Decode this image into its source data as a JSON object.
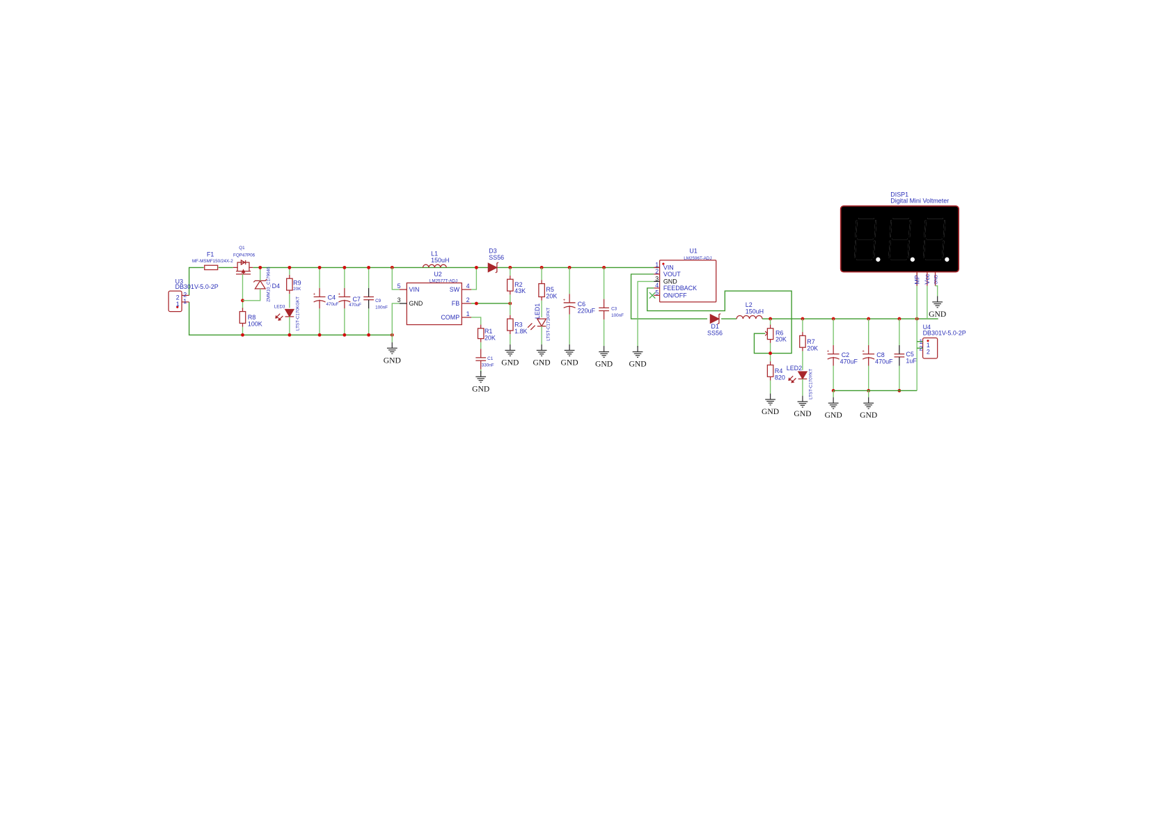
{
  "net_labels": {
    "gnd": "GND"
  },
  "parts": {
    "U3": {
      "ref": "U3",
      "value": "DB301V-5.0-2P",
      "pins": [
        "2",
        "1"
      ]
    },
    "F1": {
      "ref": "F1",
      "value": "MF-MSMF150/24X-2"
    },
    "Q1": {
      "ref": "Q1",
      "value": "FQP47P06"
    },
    "D4": {
      "ref": "D4",
      "value": "ZMM10_C179646"
    },
    "R8": {
      "ref": "R8",
      "value": "100K"
    },
    "R9": {
      "ref": "R9",
      "value": "20K"
    },
    "LED3": {
      "ref": "LED3",
      "value": "LTST-C170KGKT"
    },
    "C4": {
      "ref": "C4",
      "value": "470uF"
    },
    "C7": {
      "ref": "C7",
      "value": "470uF"
    },
    "C9": {
      "ref": "C9",
      "value": "100nF"
    },
    "U2": {
      "ref": "U2",
      "value": "LM2577T-ADJ",
      "pins": [
        {
          "name": "VIN",
          "num": "5"
        },
        {
          "name": "GND",
          "num": "3"
        },
        {
          "name": "SW",
          "num": "4"
        },
        {
          "name": "FB",
          "num": "2"
        },
        {
          "name": "COMP",
          "num": "1"
        }
      ]
    },
    "L1": {
      "ref": "L1",
      "value": "150uH"
    },
    "D3": {
      "ref": "D3",
      "value": "SS56"
    },
    "R2": {
      "ref": "R2",
      "value": "43K"
    },
    "R3": {
      "ref": "R3",
      "value": "1.8K"
    },
    "R1": {
      "ref": "R1",
      "value": "20K"
    },
    "C1": {
      "ref": "C1",
      "value": "330nF"
    },
    "R5": {
      "ref": "R5",
      "value": "20K"
    },
    "LED1": {
      "ref": "LED1",
      "value": "LTST-C171KFKT"
    },
    "C6": {
      "ref": "C6",
      "value": "220uF"
    },
    "C3": {
      "ref": "C3",
      "value": "100nF"
    },
    "U1": {
      "ref": "U1",
      "value": "LM2596T-ADJ",
      "pins": [
        {
          "name": "VIN",
          "num": "1"
        },
        {
          "name": "VOUT",
          "num": "2"
        },
        {
          "name": "GND",
          "num": "3"
        },
        {
          "name": "FEEDBACK",
          "num": "4"
        },
        {
          "name": "ON/OFF",
          "num": "5"
        }
      ]
    },
    "D1": {
      "ref": "D1",
      "value": "SS56"
    },
    "L2": {
      "ref": "L2",
      "value": "150uH"
    },
    "R6": {
      "ref": "R6",
      "value": "20K"
    },
    "R4": {
      "ref": "R4",
      "value": "820"
    },
    "R7": {
      "ref": "R7",
      "value": "20K"
    },
    "LED2": {
      "ref": "LED2",
      "value": "LTST-C170YKT"
    },
    "C2": {
      "ref": "C2",
      "value": "470uF"
    },
    "C8": {
      "ref": "C8",
      "value": "470uF"
    },
    "C5": {
      "ref": "C5",
      "value": "1uF"
    },
    "U4": {
      "ref": "U4",
      "value": "DB301V-5.0-2P",
      "pins": [
        "1",
        "2"
      ]
    },
    "DISP1": {
      "ref": "DISP1",
      "value": "Digital Mini Voltmeter",
      "pins": [
        "MP",
        "Vcc",
        "GND"
      ]
    }
  }
}
